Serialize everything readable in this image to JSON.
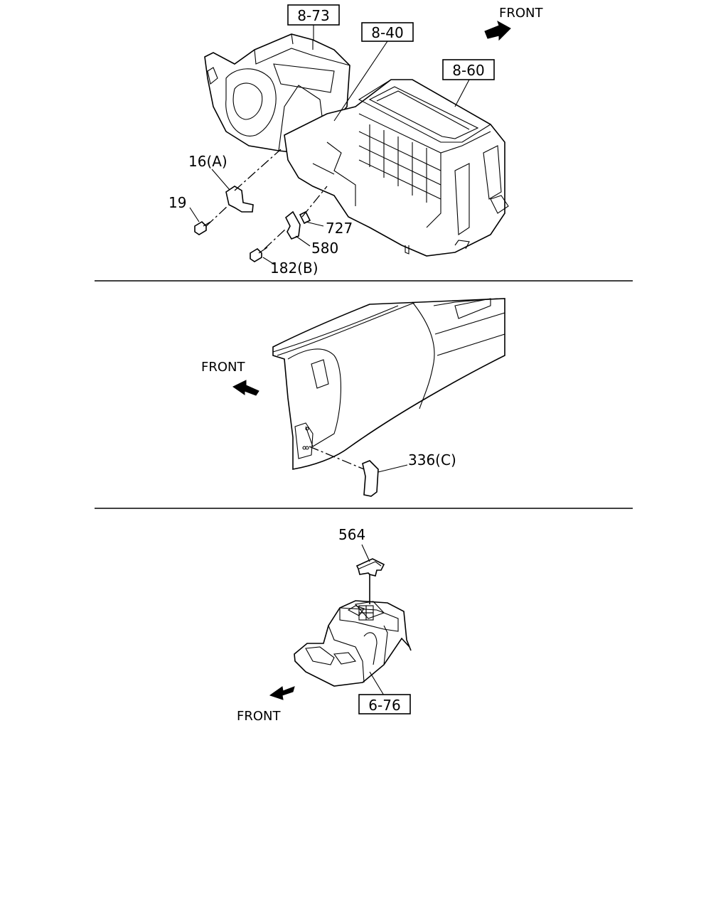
{
  "refs": {
    "r_8_73": "8-73",
    "r_8_40": "8-40",
    "r_8_60": "8-60",
    "r_6_76": "6-76"
  },
  "parts": {
    "p16a": "16(A)",
    "p19": "19",
    "p727": "727",
    "p580": "580",
    "p182b": "182(B)",
    "p336c": "336(C)",
    "p564": "564"
  },
  "front_labels": {
    "top": "FRONT",
    "middle": "FRONT",
    "bottom": "FRONT"
  }
}
